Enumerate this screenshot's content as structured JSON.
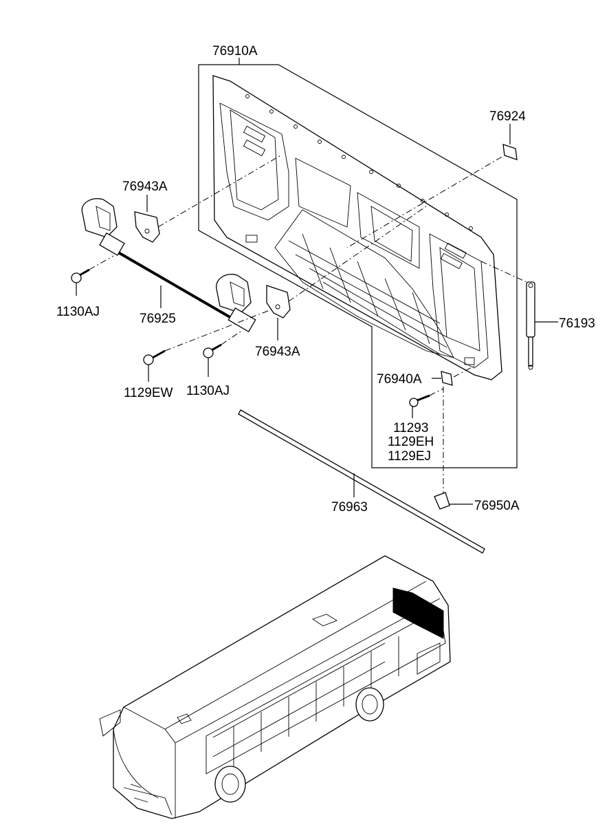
{
  "labels": {
    "top_assembly": "76910A",
    "clip_top": "76924",
    "bracket_upper": "76943A",
    "bolt_left_upper": "1130AJ",
    "rod": "76925",
    "gas_strut": "76193",
    "bracket_lower": "76943A",
    "screw_1129ew": "1129EW",
    "bolt_left_lower": "1130AJ",
    "latch": "76940A",
    "screw_group_1": "11293",
    "screw_group_2": "1129EH",
    "screw_group_3": "1129EJ",
    "weatherstrip": "76963",
    "striker": "76950A"
  },
  "colors": {
    "line": "#000000",
    "background": "#ffffff"
  }
}
